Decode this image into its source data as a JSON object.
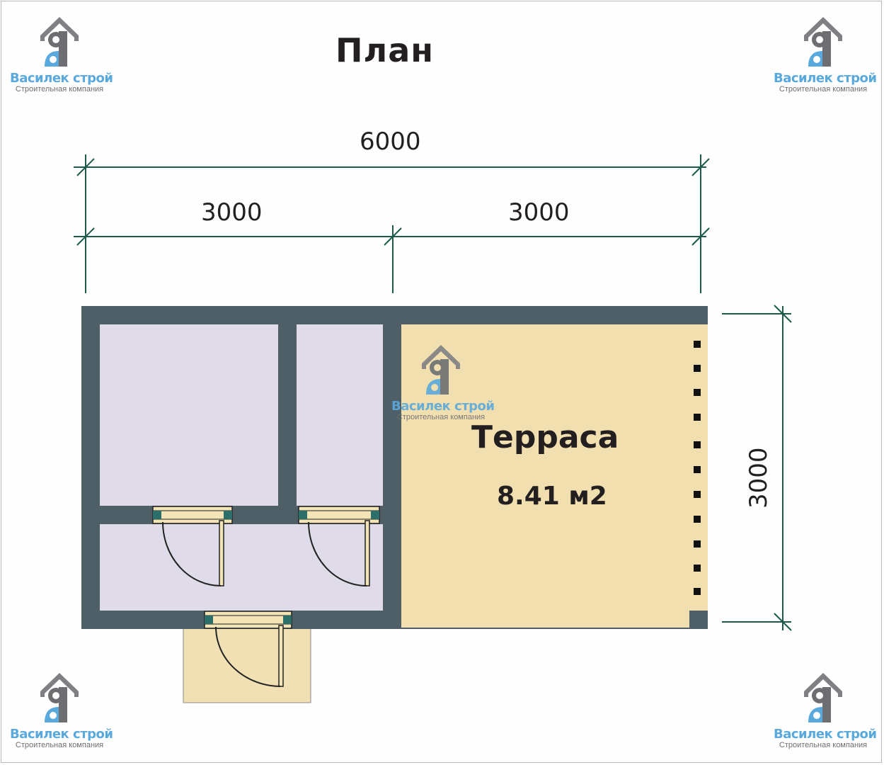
{
  "plan": {
    "title": "План",
    "dimensions": {
      "total_width": "6000",
      "left_section": "3000",
      "right_section": "3000",
      "depth": "3000"
    },
    "rooms": [
      {
        "name": "Терраса",
        "area": "8.41 м2"
      }
    ]
  },
  "logo": {
    "name": "Василек строй",
    "subtitle": "Строительная компания",
    "letter": "Я"
  },
  "colors": {
    "wall": "#4f5f68",
    "interior": "#dfdbe8",
    "terrace": "#f2dfb0",
    "porch": "#f0e0b4",
    "dimension_line": "#1e5a4c",
    "logo_blue": "#5aa9dc",
    "logo_gray": "#6d6e71"
  }
}
